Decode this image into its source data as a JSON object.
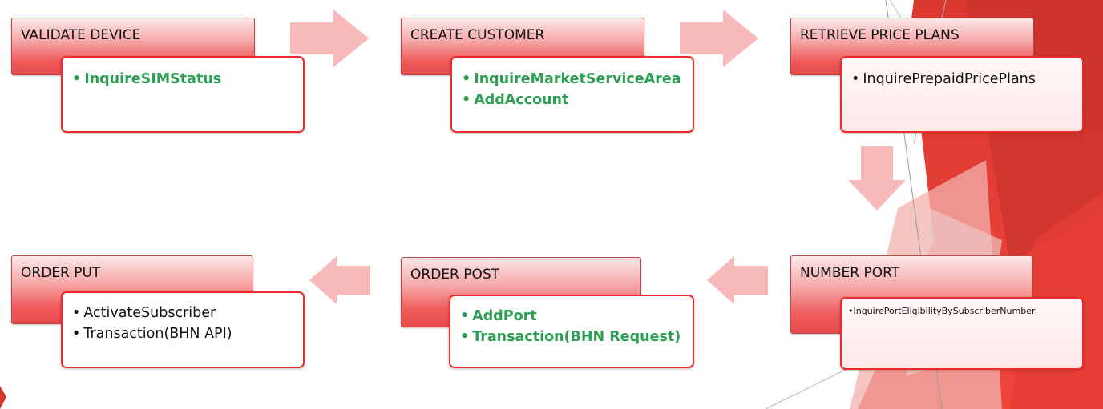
{
  "bullet_char": "•",
  "colors": {
    "card_border": "#ee2a2a",
    "header_gradient_bottom": "#e84a4a",
    "green_text": "#2f9e55",
    "arrow_fill": "#f7b9b9",
    "background_accent": "#e8413b"
  },
  "steps": [
    {
      "title": "VALIDATE DEVICE",
      "items": [
        {
          "text": "InquireSIMStatus",
          "color": "green"
        }
      ]
    },
    {
      "title": "CREATE CUSTOMER",
      "items": [
        {
          "text": "InquireMarketServiceArea",
          "color": "green"
        },
        {
          "text": "AddAccount",
          "color": "green"
        }
      ]
    },
    {
      "title": "RETRIEVE PRICE PLANS",
      "items": [
        {
          "text": "InquirePrepaidPricePlans",
          "color": "black"
        }
      ]
    },
    {
      "title": "NUMBER PORT",
      "items": [
        {
          "text": "InquirePortEligibilityBySubscriberNumber",
          "color": "black"
        }
      ]
    },
    {
      "title": "ORDER POST",
      "items": [
        {
          "text": "AddPort",
          "color": "green"
        },
        {
          "text": "Transaction(BHN Request)",
          "color": "green"
        }
      ]
    },
    {
      "title": "ORDER PUT",
      "items": [
        {
          "text": "ActivateSubscriber",
          "color": "black"
        },
        {
          "text": "Transaction(BHN API)",
          "color": "black"
        }
      ]
    }
  ],
  "arrows": [
    {
      "from": "VALIDATE DEVICE",
      "to": "CREATE CUSTOMER",
      "direction": "right"
    },
    {
      "from": "CREATE CUSTOMER",
      "to": "RETRIEVE PRICE PLANS",
      "direction": "right"
    },
    {
      "from": "RETRIEVE PRICE PLANS",
      "to": "NUMBER PORT",
      "direction": "down"
    },
    {
      "from": "NUMBER PORT",
      "to": "ORDER POST",
      "direction": "left"
    },
    {
      "from": "ORDER POST",
      "to": "ORDER PUT",
      "direction": "left"
    }
  ]
}
